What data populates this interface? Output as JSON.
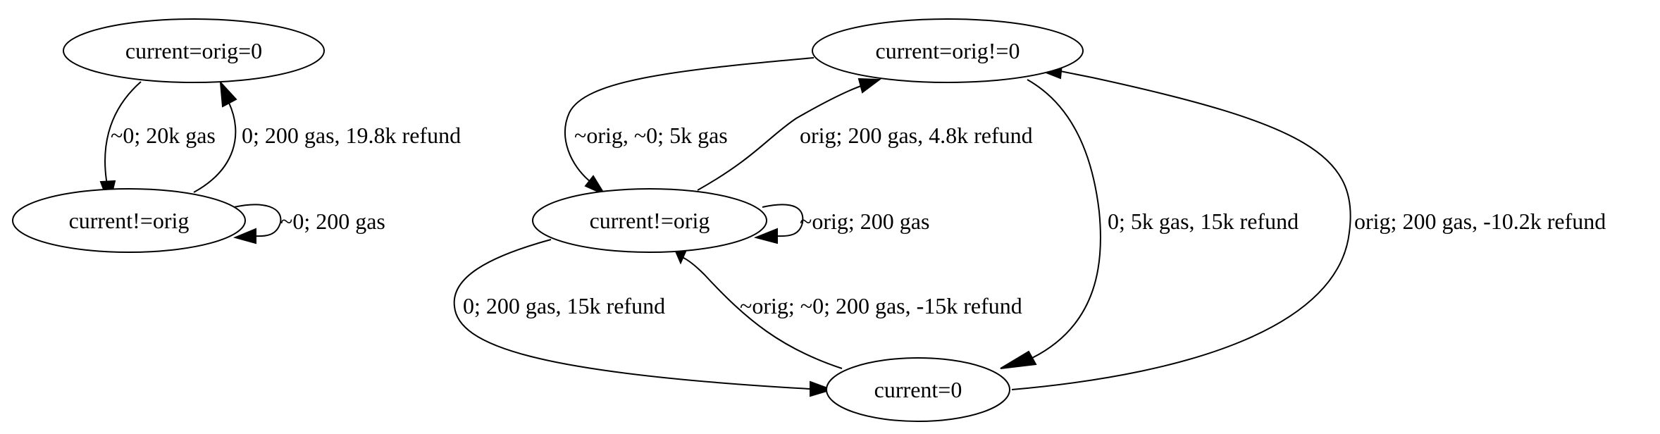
{
  "graphs": [
    {
      "nodes": [
        {
          "id": "a_zero",
          "label": "current=orig=0"
        },
        {
          "id": "a_neq",
          "label": "current!=orig"
        }
      ],
      "edges": [
        {
          "id": "a_e1",
          "from": "a_zero",
          "to": "a_neq",
          "label": "~0; 20k gas"
        },
        {
          "id": "a_e2",
          "from": "a_neq",
          "to": "a_zero",
          "label": "0; 200 gas, 19.8k refund"
        },
        {
          "id": "a_e3",
          "from": "a_neq",
          "to": "a_neq",
          "label": "~0; 200 gas"
        }
      ]
    },
    {
      "nodes": [
        {
          "id": "b_nonzero",
          "label": "current=orig!=0"
        },
        {
          "id": "b_neq",
          "label": "current!=orig"
        },
        {
          "id": "b_zero",
          "label": "current=0"
        }
      ],
      "edges": [
        {
          "id": "b_e1",
          "from": "b_nonzero",
          "to": "b_neq",
          "label": "~orig, ~0; 5k gas"
        },
        {
          "id": "b_e2",
          "from": "b_neq",
          "to": "b_nonzero",
          "label": "orig; 200 gas, 4.8k refund"
        },
        {
          "id": "b_e3",
          "from": "b_neq",
          "to": "b_neq",
          "label": "~orig; 200 gas"
        },
        {
          "id": "b_e4",
          "from": "b_nonzero",
          "to": "b_zero",
          "label": "0; 5k gas, 15k refund"
        },
        {
          "id": "b_e5",
          "from": "b_zero",
          "to": "b_nonzero",
          "label": "orig; 200 gas, -10.2k refund"
        },
        {
          "id": "b_e6",
          "from": "b_neq",
          "to": "b_zero",
          "label": "0; 200 gas, 15k refund"
        },
        {
          "id": "b_e7",
          "from": "b_zero",
          "to": "b_neq",
          "label": "~orig; ~0; 200 gas, -15k refund"
        }
      ]
    }
  ]
}
